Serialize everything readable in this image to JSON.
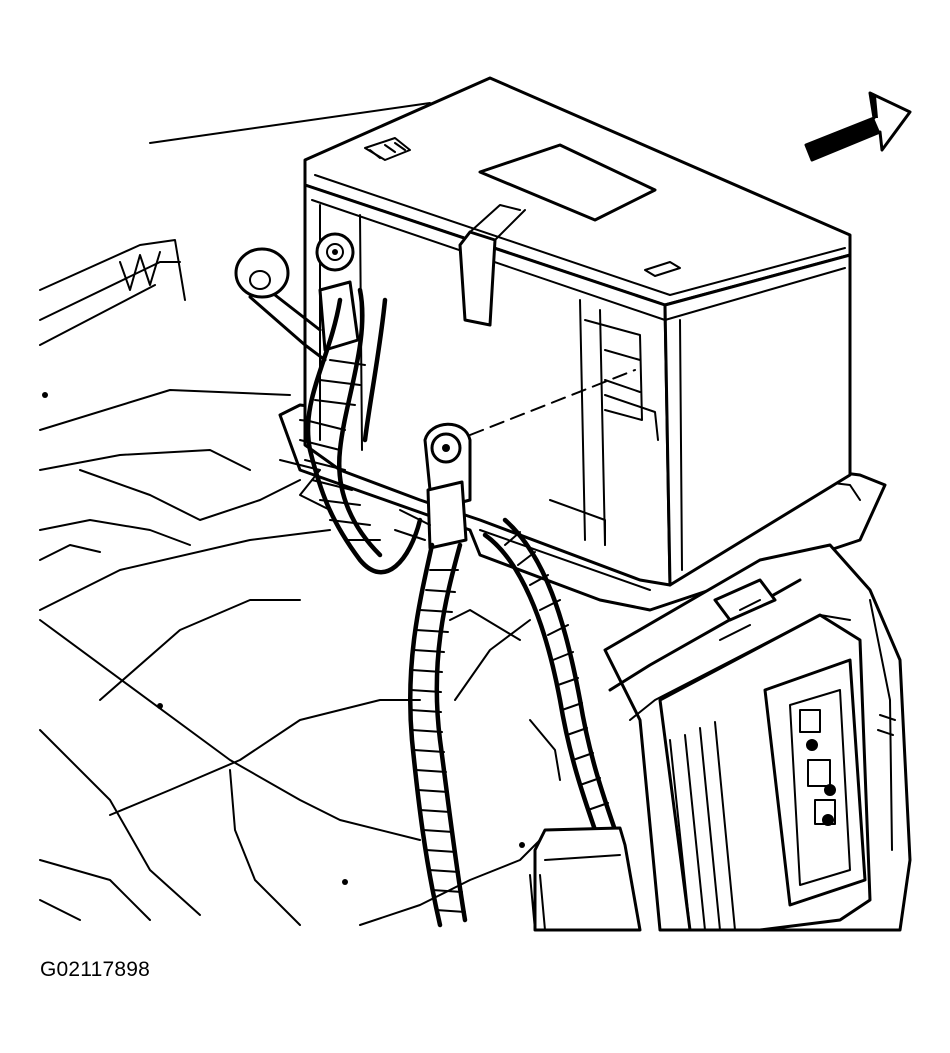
{
  "figure": {
    "id_label": "G02117898",
    "description_icons": [
      "battery",
      "battery-cable-negative",
      "battery-cable-positive",
      "battery-tray",
      "fuse-block",
      "front-arrow-icon"
    ]
  }
}
